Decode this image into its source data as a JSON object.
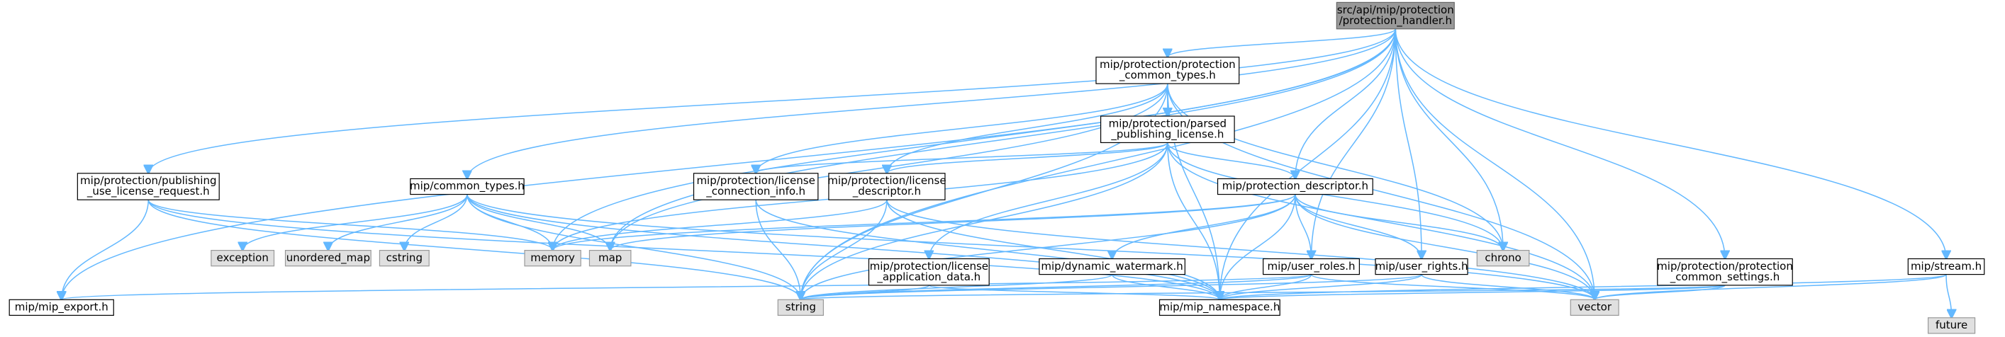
{
  "colors": {
    "edge": "#63b8ff",
    "node_fill": "#ffffff",
    "node_stroke": "#000000",
    "root_fill": "#999999",
    "root_stroke": "#666666",
    "external_fill": "#e0e0e0",
    "external_stroke": "#999999"
  },
  "nodes": {
    "root": {
      "lines": [
        "src/api/mip/protection",
        "/protection_handler.h"
      ],
      "kind": "root"
    },
    "prot_common_types": {
      "lines": [
        "mip/protection/protection",
        "_common_types.h"
      ],
      "kind": "header"
    },
    "parsed_publishing": {
      "lines": [
        "mip/protection/parsed",
        "_publishing_license.h"
      ],
      "kind": "header"
    },
    "publishing_use_license": {
      "lines": [
        "mip/protection/publishing",
        "_use_license_request.h"
      ],
      "kind": "header"
    },
    "common_types": {
      "lines": [
        "mip/common_types.h"
      ],
      "kind": "header"
    },
    "license_connection": {
      "lines": [
        "mip/protection/license",
        "_connection_info.h"
      ],
      "kind": "header"
    },
    "license_descriptor": {
      "lines": [
        "mip/protection/license",
        "_descriptor.h"
      ],
      "kind": "header"
    },
    "protection_descriptor": {
      "lines": [
        "mip/protection_descriptor.h"
      ],
      "kind": "header"
    },
    "prot_common_settings": {
      "lines": [
        "mip/protection/protection",
        "_common_settings.h"
      ],
      "kind": "header"
    },
    "stream": {
      "lines": [
        "mip/stream.h"
      ],
      "kind": "header"
    },
    "license_app_data": {
      "lines": [
        "mip/protection/license",
        "_application_data.h"
      ],
      "kind": "header"
    },
    "dynamic_watermark": {
      "lines": [
        "mip/dynamic_watermark.h"
      ],
      "kind": "header"
    },
    "user_roles": {
      "lines": [
        "mip/user_roles.h"
      ],
      "kind": "header"
    },
    "user_rights": {
      "lines": [
        "mip/user_rights.h"
      ],
      "kind": "header"
    },
    "mip_export": {
      "lines": [
        "mip/mip_export.h"
      ],
      "kind": "header"
    },
    "mip_namespace": {
      "lines": [
        "mip/mip_namespace.h"
      ],
      "kind": "header"
    },
    "exception": {
      "lines": [
        "exception"
      ],
      "kind": "external"
    },
    "unordered_map": {
      "lines": [
        "unordered_map"
      ],
      "kind": "external"
    },
    "cstring": {
      "lines": [
        "cstring"
      ],
      "kind": "external"
    },
    "memory": {
      "lines": [
        "memory"
      ],
      "kind": "external"
    },
    "map": {
      "lines": [
        "map"
      ],
      "kind": "external"
    },
    "chrono": {
      "lines": [
        "chrono"
      ],
      "kind": "external"
    },
    "string": {
      "lines": [
        "string"
      ],
      "kind": "external"
    },
    "vector": {
      "lines": [
        "vector"
      ],
      "kind": "external"
    },
    "future": {
      "lines": [
        "future"
      ],
      "kind": "external"
    }
  },
  "edges": [
    [
      "root",
      "prot_common_types"
    ],
    [
      "root",
      "publishing_use_license"
    ],
    [
      "root",
      "common_types"
    ],
    [
      "root",
      "protection_descriptor"
    ],
    [
      "root",
      "prot_common_settings"
    ],
    [
      "root",
      "stream"
    ],
    [
      "root",
      "user_roles"
    ],
    [
      "root",
      "user_rights"
    ],
    [
      "root",
      "mip_export"
    ],
    [
      "root",
      "mip_namespace"
    ],
    [
      "root",
      "memory"
    ],
    [
      "root",
      "map"
    ],
    [
      "root",
      "chrono"
    ],
    [
      "root",
      "string"
    ],
    [
      "root",
      "vector"
    ],
    [
      "prot_common_types",
      "parsed_publishing"
    ],
    [
      "prot_common_types",
      "license_connection"
    ],
    [
      "prot_common_types",
      "license_descriptor"
    ],
    [
      "prot_common_types",
      "mip_namespace"
    ],
    [
      "prot_common_types",
      "map"
    ],
    [
      "prot_common_types",
      "chrono"
    ],
    [
      "prot_common_types",
      "string"
    ],
    [
      "prot_common_types",
      "vector"
    ],
    [
      "parsed_publishing",
      "license_connection"
    ],
    [
      "parsed_publishing",
      "license_descriptor"
    ],
    [
      "parsed_publishing",
      "protection_descriptor"
    ],
    [
      "parsed_publishing",
      "license_app_data"
    ],
    [
      "parsed_publishing",
      "mip_namespace"
    ],
    [
      "parsed_publishing",
      "memory"
    ],
    [
      "parsed_publishing",
      "chrono"
    ],
    [
      "parsed_publishing",
      "string"
    ],
    [
      "parsed_publishing",
      "vector"
    ],
    [
      "publishing_use_license",
      "mip_export"
    ],
    [
      "publishing_use_license",
      "mip_namespace"
    ],
    [
      "publishing_use_license",
      "memory"
    ],
    [
      "publishing_use_license",
      "string"
    ],
    [
      "common_types",
      "exception"
    ],
    [
      "common_types",
      "unordered_map"
    ],
    [
      "common_types",
      "cstring"
    ],
    [
      "common_types",
      "memory"
    ],
    [
      "common_types",
      "map"
    ],
    [
      "common_types",
      "mip_namespace"
    ],
    [
      "common_types",
      "string"
    ],
    [
      "common_types",
      "vector"
    ],
    [
      "license_connection",
      "mip_namespace"
    ],
    [
      "license_connection",
      "string"
    ],
    [
      "license_descriptor",
      "mip_namespace"
    ],
    [
      "license_descriptor",
      "memory"
    ],
    [
      "license_descriptor",
      "string"
    ],
    [
      "license_descriptor",
      "vector"
    ],
    [
      "protection_descriptor",
      "dynamic_watermark"
    ],
    [
      "protection_descriptor",
      "user_roles"
    ],
    [
      "protection_descriptor",
      "user_rights"
    ],
    [
      "protection_descriptor",
      "mip_namespace"
    ],
    [
      "protection_descriptor",
      "memory"
    ],
    [
      "protection_descriptor",
      "map"
    ],
    [
      "protection_descriptor",
      "chrono"
    ],
    [
      "protection_descriptor",
      "string"
    ],
    [
      "protection_descriptor",
      "vector"
    ],
    [
      "prot_common_settings",
      "mip_namespace"
    ],
    [
      "prot_common_settings",
      "string"
    ],
    [
      "prot_common_settings",
      "vector"
    ],
    [
      "stream",
      "mip_namespace"
    ],
    [
      "stream",
      "vector"
    ],
    [
      "stream",
      "future"
    ],
    [
      "license_app_data",
      "mip_namespace"
    ],
    [
      "license_app_data",
      "string"
    ],
    [
      "dynamic_watermark",
      "mip_namespace"
    ],
    [
      "dynamic_watermark",
      "string"
    ],
    [
      "user_roles",
      "mip_export"
    ],
    [
      "user_roles",
      "mip_namespace"
    ],
    [
      "user_roles",
      "string"
    ],
    [
      "user_roles",
      "vector"
    ],
    [
      "user_rights",
      "mip_namespace"
    ],
    [
      "user_rights",
      "string"
    ],
    [
      "user_rights",
      "vector"
    ]
  ]
}
